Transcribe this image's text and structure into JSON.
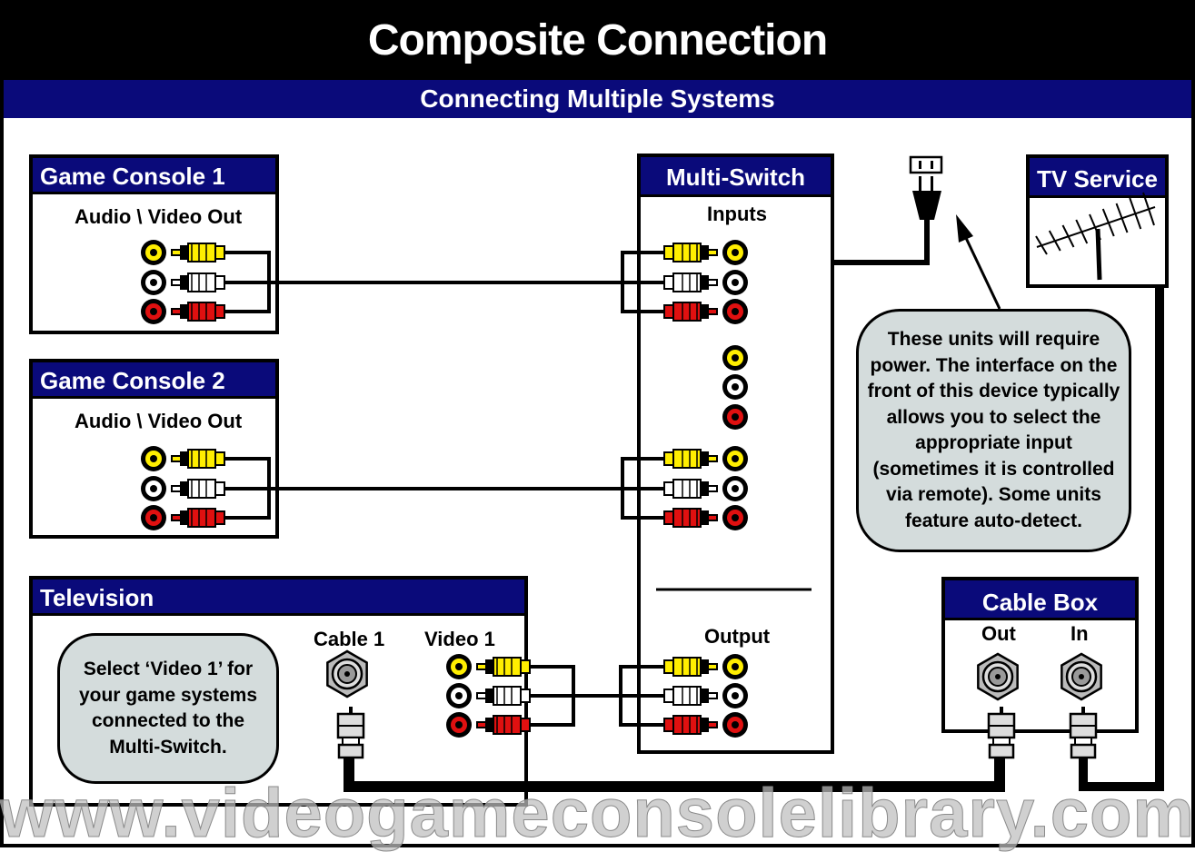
{
  "title": "Composite Connection",
  "subtitle": "Connecting Multiple Systems",
  "game_console_1": {
    "title": "Game Console 1",
    "label": "Audio \\ Video Out"
  },
  "game_console_2": {
    "title": "Game Console 2",
    "label": "Audio \\ Video Out"
  },
  "television": {
    "title": "Television",
    "cable_label": "Cable 1",
    "video_label": "Video 1",
    "note": [
      "Select ‘Video 1’ for",
      "your game systems",
      "connected to the",
      "Multi-Switch."
    ]
  },
  "multi_switch": {
    "title": "Multi-Switch",
    "inputs_label": "Inputs",
    "output_label": "Output"
  },
  "tv_service": {
    "title": "TV Service"
  },
  "cable_box": {
    "title": "Cable Box",
    "out_label": "Out",
    "in_label": "In"
  },
  "power_note": [
    "These units will require",
    "power.  The interface on the",
    "front of this device typically",
    "allows you to select the",
    "appropriate input",
    "(sometimes it is controlled",
    "via remote).  Some units",
    "feature auto-detect."
  ],
  "watermark": "www.videogameconsolelibrary.com",
  "colors": {
    "header_blue": "#0a0a7a",
    "note_gray": "#d4dcdc",
    "video_yellow": "#ffee00",
    "audio_white": "#ffffff",
    "audio_red": "#e01010"
  },
  "icons": [
    "rca-jack-icon",
    "rca-plug-icon",
    "coax-jack-icon",
    "coax-plug-icon",
    "power-plug-icon",
    "antenna-icon",
    "arrow-icon"
  ]
}
